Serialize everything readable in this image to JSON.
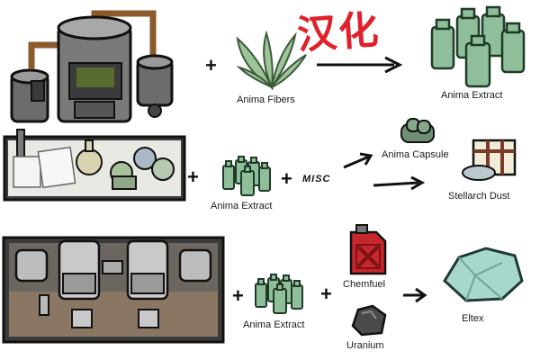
{
  "overlay_title": "汉化",
  "colors": {
    "title_red": "#e0202a",
    "extract_green": "#8fbf9a",
    "panel_dark": "#3b3b3b"
  },
  "rows": [
    {
      "machine_icon": "anima-refinery-icon",
      "inputs": [
        {
          "label": "Anima Fibers",
          "icon": "anima-fibers-icon"
        }
      ],
      "operators": [
        "+"
      ],
      "outputs": [
        {
          "label": "Anima Extract",
          "icon": "anima-extract-icon"
        }
      ]
    },
    {
      "machine_icon": "alchemy-lab-icon",
      "inputs": [
        {
          "label": "Anima Extract",
          "icon": "anima-extract-icon"
        }
      ],
      "operators": [
        "+",
        "+"
      ],
      "misc_label": "MISC",
      "outputs": [
        {
          "label": "Anima Capsule",
          "icon": "anima-capsule-icon"
        },
        {
          "label": "Stellarch Dust",
          "icon": "stellarch-dust-icon"
        }
      ]
    },
    {
      "machine_icon": "industrial-press-icon",
      "inputs": [
        {
          "label": "Anima Extract",
          "icon": "anima-extract-icon"
        },
        {
          "label": "Chemfuel",
          "icon": "chemfuel-canister-icon"
        },
        {
          "label": "Uranium",
          "icon": "uranium-chunk-icon"
        }
      ],
      "operators": [
        "+",
        "+"
      ],
      "outputs": [
        {
          "label": "Eltex",
          "icon": "eltex-crystal-icon"
        }
      ]
    }
  ]
}
